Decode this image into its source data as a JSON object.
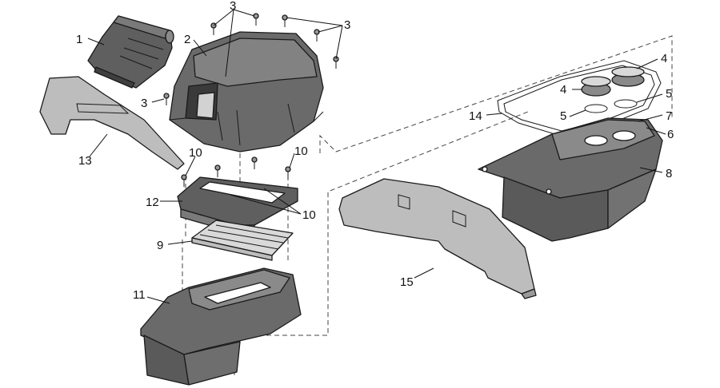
{
  "colors": {
    "dark_part": "#5f5f5f",
    "mid_part": "#7a7a7a",
    "light_part": "#bdbdbd",
    "highlight": "#d9d9d9",
    "outline": "#1a1a1a",
    "background": "#ffffff"
  },
  "callouts": [
    {
      "id": "c1",
      "label": "1"
    },
    {
      "id": "c2",
      "label": "2"
    },
    {
      "id": "c3a",
      "label": "3"
    },
    {
      "id": "c3b",
      "label": "3"
    },
    {
      "id": "c3c",
      "label": "3"
    },
    {
      "id": "c4a",
      "label": "4"
    },
    {
      "id": "c4b",
      "label": "4"
    },
    {
      "id": "c5a",
      "label": "5"
    },
    {
      "id": "c5b",
      "label": "5"
    },
    {
      "id": "c6",
      "label": "6"
    },
    {
      "id": "c7",
      "label": "7"
    },
    {
      "id": "c8",
      "label": "8"
    },
    {
      "id": "c9",
      "label": "9"
    },
    {
      "id": "c10a",
      "label": "10"
    },
    {
      "id": "c10b",
      "label": "10"
    },
    {
      "id": "c10c",
      "label": "10"
    },
    {
      "id": "c11",
      "label": "11"
    },
    {
      "id": "c12",
      "label": "12"
    },
    {
      "id": "c13",
      "label": "13"
    },
    {
      "id": "c14",
      "label": "14"
    },
    {
      "id": "c15",
      "label": "15"
    }
  ]
}
